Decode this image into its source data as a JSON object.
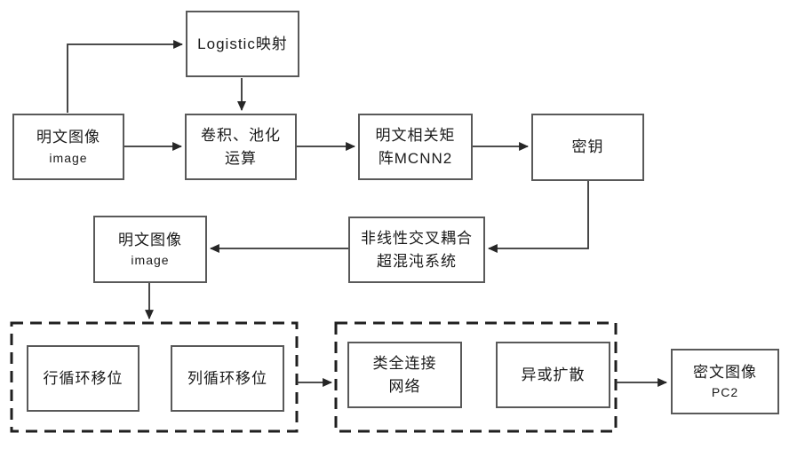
{
  "diagram": {
    "type": "flowchart",
    "background": "#ffffff",
    "colors": {
      "box_border": "#595959",
      "dashed_border": "#1f1f1f",
      "arrow": "#333333",
      "text": "#1a1a1a"
    },
    "nodes": {
      "logistic": {
        "label": "Logistic映射"
      },
      "plain1": {
        "line1": "明文图像",
        "line2": "image"
      },
      "convpool": {
        "line1": "卷积、池化",
        "line2": "运算"
      },
      "mcnn2": {
        "line1": "明文相关矩",
        "line2": "阵MCNN2"
      },
      "key": {
        "label": "密钥"
      },
      "plain2": {
        "line1": "明文图像",
        "line2": "image"
      },
      "chaos": {
        "line1": "非线性交叉耦合",
        "line2": "超混沌系统"
      },
      "rowshift": {
        "label": "行循环移位"
      },
      "colshift": {
        "label": "列循环移位"
      },
      "fcnet": {
        "line1": "类全连接",
        "line2": "网络"
      },
      "xor": {
        "label": "异或扩散"
      },
      "cipher": {
        "line1": "密文图像",
        "line2": "PC2"
      }
    },
    "edges": [
      "plain1 -> logistic",
      "logistic -> convpool",
      "plain1 -> convpool",
      "convpool -> mcnn2",
      "mcnn2 -> key",
      "key -> chaos",
      "chaos -> plain2",
      "plain2 -> permutation-group",
      "permutation-group -> diffusion-group",
      "diffusion-group -> cipher"
    ],
    "groups": [
      {
        "name": "permutation-group",
        "members": [
          "rowshift",
          "colshift"
        ]
      },
      {
        "name": "diffusion-group",
        "members": [
          "fcnet",
          "xor"
        ]
      }
    ]
  }
}
